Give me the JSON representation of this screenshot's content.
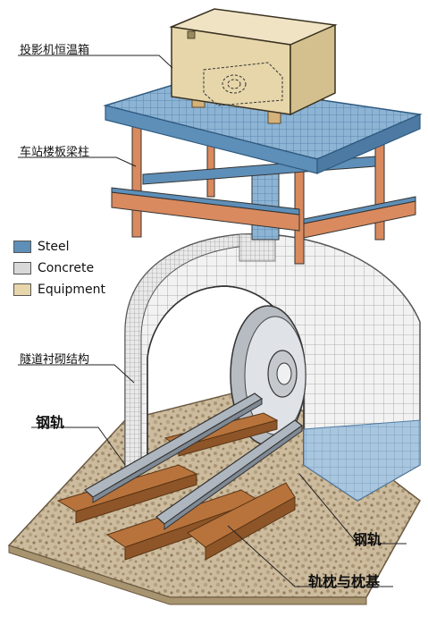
{
  "labels": {
    "thermostatic_box": "投影机恒温箱",
    "station_structure": "车站楼板梁柱",
    "tunnel_lining": "隧道衬砌结构",
    "rail_left": "钢轨",
    "rail_right": "钢轨",
    "sleepers": "轨枕与枕基"
  },
  "legend": [
    {
      "label": "Steel",
      "color": "#5e8fb8"
    },
    {
      "label": "Concrete",
      "color": "#d8d8d8"
    },
    {
      "label": "Equipment",
      "color": "#e6d6aa"
    }
  ],
  "colors": {
    "steel": "#5e8fb8",
    "steel_web": "#d98a5e",
    "concrete": "#eeeeee",
    "equipment": "#e6d6aa",
    "timber": "#b8733c",
    "ballast": "#c9b79a"
  }
}
